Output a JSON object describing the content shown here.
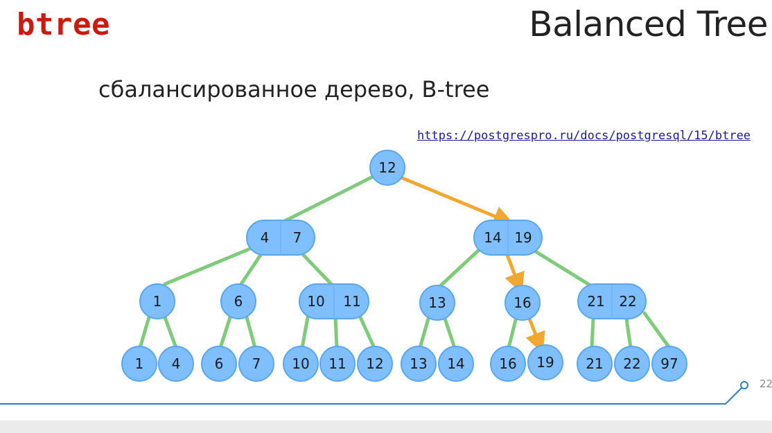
{
  "header": {
    "code_title": "btree",
    "slide_title": "Balanced Tree"
  },
  "subtitle": "сбалансированное дерево, B-tree",
  "link": "https://postgrespro.ru/docs/postgresql/15/btree",
  "page_number": "22",
  "colors": {
    "code_title": "#cc1a10",
    "node_fill": "#7fbfff",
    "node_stroke": "#5aa6ec",
    "edge_normal": "#7ecb7a",
    "edge_search_path": "#f2a830",
    "footer_line": "#2a7fc8"
  },
  "tree": {
    "root": {
      "keys": [
        "12"
      ]
    },
    "level1": [
      {
        "keys": [
          "4",
          "7"
        ]
      },
      {
        "keys": [
          "14",
          "19"
        ]
      }
    ],
    "level2": [
      {
        "keys": [
          "1"
        ]
      },
      {
        "keys": [
          "6"
        ]
      },
      {
        "keys": [
          "10",
          "11"
        ]
      },
      {
        "keys": [
          "13"
        ]
      },
      {
        "keys": [
          "16"
        ]
      },
      {
        "keys": [
          "21",
          "22"
        ]
      }
    ],
    "leaves": [
      "1",
      "4",
      "6",
      "7",
      "10",
      "11",
      "12",
      "13",
      "14",
      "16",
      "19",
      "21",
      "22",
      "97"
    ],
    "search_path": [
      "12",
      "14 19",
      "16",
      "19"
    ]
  }
}
